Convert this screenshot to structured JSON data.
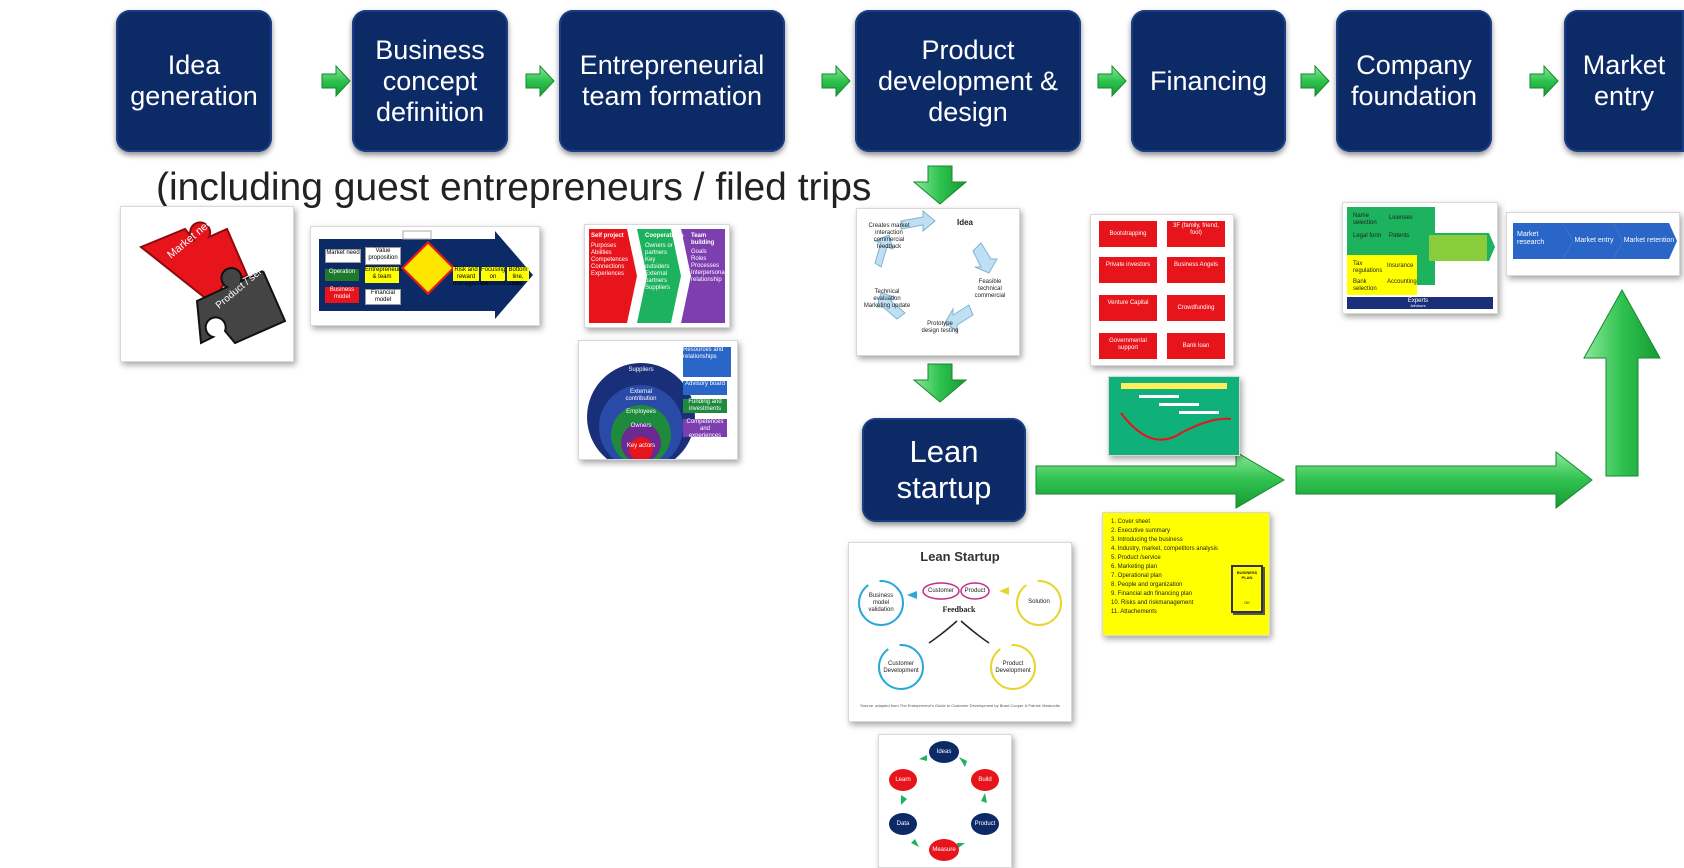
{
  "stages": [
    {
      "label": "Idea\ngeneration"
    },
    {
      "label": "Business\nconcept\ndefinition"
    },
    {
      "label": "Entrepreneurial\nteam formation"
    },
    {
      "label": "Product\ndevelopment &\ndesign"
    },
    {
      "label": "Financing"
    },
    {
      "label": "Company\nfoundation"
    },
    {
      "label": "Market\nentry"
    }
  ],
  "lean_startup_label": "Lean\nstartup",
  "caption": "(including guest entrepreneurs / filed trips",
  "puzzle": {
    "piece1": "Market need",
    "piece2": "Product / service offer"
  },
  "concept_card": {
    "cells": [
      "Market need",
      "Value proposition",
      "Operation",
      "Entrepreneurial & team",
      "Business model",
      "Financial model",
      "Risk and reward management",
      "Focusing on communication",
      "Bottom line, cost"
    ]
  },
  "team_card": {
    "columns": [
      {
        "title": "Self project",
        "items": [
          "Purposes",
          "Abilities",
          "Competences",
          "Connections",
          "Experiences"
        ],
        "color": "#e8141b"
      },
      {
        "title": "Cooperations",
        "items": [
          "Owners or partners",
          "Key outsiders",
          "External partners",
          "Suppliers"
        ],
        "color": "#1db35e"
      },
      {
        "title": "Team building",
        "items": [
          "Goals",
          "Roles",
          "Processes",
          "Interpersonal relationship"
        ],
        "color": "#7d3fb0"
      }
    ]
  },
  "circles_card": {
    "rings": [
      "Suppliers",
      "External contribution",
      "Employees",
      "Owners",
      "Key actors"
    ],
    "notes": [
      "Resources and relationships",
      "Advisory board",
      "Funding and investments",
      "Competences and experiences"
    ]
  },
  "idea_cycle": {
    "center": "Idea",
    "nodes": [
      "Feasible technical commercial",
      "Prototype design testing",
      "Technical evaluation Marketing update",
      "Creates market interaction commercial feedback"
    ]
  },
  "financing_card": {
    "cells": [
      "Bootstrapping",
      "3F (family, friend, fool)",
      "Private investors",
      "Business Angels",
      "Venture Capital",
      "Crowdfunding",
      "Governmental support",
      "Bank loan"
    ]
  },
  "foundation_card": {
    "cells": [
      "Name selection",
      "Licenses",
      "Legal form",
      "Patents",
      "Tax regulations",
      "Insurance",
      "Bank selection",
      "Accounting",
      "Experts",
      "Advisors"
    ]
  },
  "market_card": {
    "steps": [
      "Market research",
      "Market entry",
      "Market retention"
    ]
  },
  "lean_diagram": {
    "title": "Lean Startup",
    "feedback": "Feedback",
    "nodes": [
      "Business model validation",
      "Customer",
      "Product",
      "Solution",
      "Customer Development",
      "Product Development"
    ],
    "footnote": "Source: adapted from The Entrepreneur's Guide to Customer Development by Brant Cooper & Patrick Vlaskovits"
  },
  "build_cycle": {
    "nodes": [
      "Ideas",
      "Build",
      "Product",
      "Measure",
      "Data",
      "Learn"
    ]
  },
  "business_plan": {
    "items": [
      "1. Cover sheet",
      "2. Executive summary",
      "3. Introducing the business",
      "4. Industry, market, competitors analysis",
      "5. Product /service",
      "6. Marketing plan",
      "7. Operational plan",
      "8. People and organization",
      "9. Financial adn financing plan",
      "10. Risks and riskmanagement",
      "11. Attachements"
    ],
    "book_title": "BUSINESS PLAN",
    "book_footer": "OK"
  },
  "colors": {
    "stage_bg": "#0c2a66",
    "arrow_green": "#22b84a",
    "yellow": "#ffff00",
    "red": "#e8141b"
  }
}
